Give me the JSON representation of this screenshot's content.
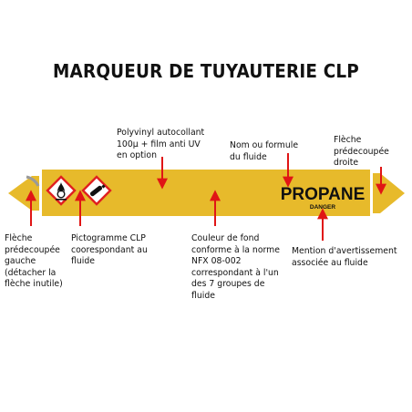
{
  "title": "MARQUEUR DE TUYAUTERIE CLP",
  "colors": {
    "pipe_yellow": "#E7BA2B",
    "arrow_red": "#E01515",
    "ghs_red": "#E02020",
    "text_dark": "#111111",
    "cut_grey": "#9A9A9A"
  },
  "marker": {
    "product_name": "PROPANE",
    "signal_word": "DANGER",
    "pictograms": [
      "flame-over-circle-icon",
      "gas-cylinder-icon"
    ]
  },
  "annotations": {
    "vinyl": "Polyvinyl autocollant\n100µ + film anti UV\nen option",
    "fluid_name": "Nom ou formule\ndu fluide",
    "right_arrow": "Flèche\nprédecoupée\ndroite",
    "left_arrow": "Flèche\nprédecoupée\ngauche\n(détacher la\nflèche inutile)",
    "pictogram": "Pictogramme CLP\ncoorespondant au\nfluide",
    "background": "Couleur de fond\nconforme à la norme\nNFX 08-002\ncorrespondant à l'un\ndes 7 groupes de\nfluide",
    "warning": "Mention d'avertissement\nassociée au fluide"
  }
}
